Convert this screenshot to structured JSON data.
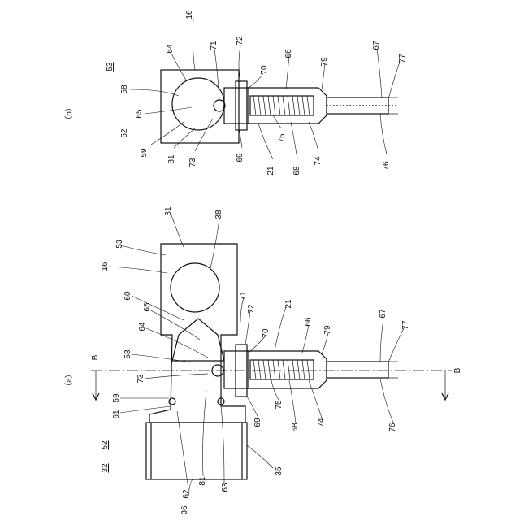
{
  "figure": {
    "view_b": {
      "caption": "（b）",
      "labels": [
        "16",
        "53",
        "64",
        "71",
        "72",
        "70",
        "66",
        "79",
        "67",
        "77",
        "58",
        "65",
        "52",
        "59",
        "81",
        "73",
        "69",
        "75",
        "21",
        "68",
        "74",
        "76"
      ]
    },
    "view_a": {
      "caption": "（a）",
      "section_label_left": "B",
      "section_label_right": "B",
      "labels": [
        "31",
        "38",
        "53",
        "16",
        "60",
        "65",
        "71",
        "72",
        "21",
        "67",
        "77",
        "64",
        "70",
        "66",
        "79",
        "58",
        "73",
        "59",
        "61",
        "69",
        "75",
        "68",
        "74",
        "76",
        "52",
        "32",
        "62",
        "81",
        "63",
        "35",
        "36"
      ]
    }
  }
}
